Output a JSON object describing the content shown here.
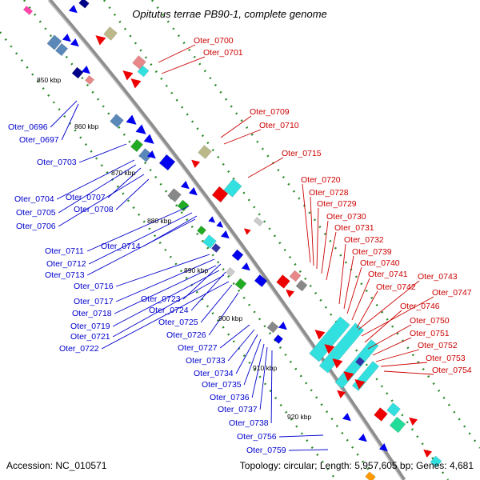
{
  "title": "Opitutus terrae PB90-1, complete genome",
  "footer": {
    "accession": "Accession: NC_010571",
    "topology": "Topology: circular; Length: 5,957,605 bp; Genes: 4,681"
  },
  "colors": {
    "backbone": "#999999",
    "forward_gene": "#0000ee",
    "reverse_gene": "#ee0000",
    "forward_label": "#0000cc",
    "reverse_label": "#cc0000",
    "cyan": "#33e0e0",
    "green": "#22aa22",
    "steel": "#5a88b8",
    "grey": "#888888",
    "pink": "#e88888",
    "olive": "#bbb88a"
  },
  "kbp_ticks": [
    "850 kbp",
    "860 kbp",
    "870 kbp",
    "880 kbp",
    "890 kbp",
    "900 kbp",
    "910 kbp",
    "920 kbp"
  ],
  "reverse_labels": [
    "Oter_0700",
    "Oter_0701",
    "Oter_0709",
    "Oter_0710",
    "Oter_0715",
    "Oter_0720",
    "Oter_0728",
    "Oter_0729",
    "Oter_0730",
    "Oter_0731",
    "Oter_0732",
    "Oter_0739",
    "Oter_0740",
    "Oter_0741",
    "Oter_0742",
    "Oter_0743",
    "Oter_0747",
    "Oter_0746",
    "Oter_0750",
    "Oter_0751",
    "Oter_0752",
    "Oter_0753",
    "Oter_0754"
  ],
  "forward_labels": [
    "Oter_0696",
    "Oter_0697",
    "Oter_0703",
    "Oter_0704",
    "Oter_0707",
    "Oter_0705",
    "Oter_0708",
    "Oter_0706",
    "Oter_0711",
    "Oter_0714",
    "Oter_0712",
    "Oter_0713",
    "Oter_0716",
    "Oter_0717",
    "Oter_0723",
    "Oter_0718",
    "Oter_0724",
    "Oter_0719",
    "Oter_0725",
    "Oter_0721",
    "Oter_0726",
    "Oter_0722",
    "Oter_0727",
    "Oter_0733",
    "Oter_0734",
    "Oter_0735",
    "Oter_0736",
    "Oter_0737",
    "Oter_0738",
    "Oter_0756",
    "Oter_0759"
  ]
}
